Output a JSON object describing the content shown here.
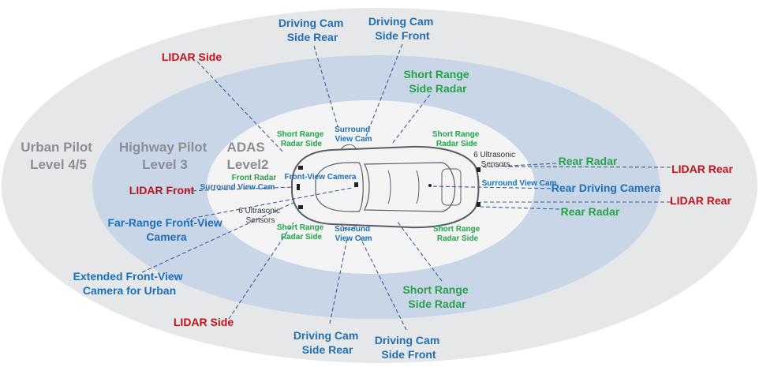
{
  "zones": {
    "urban": [
      "Urban Pilot",
      "Level 4/5"
    ],
    "highway": [
      "Highway Pilot",
      "Level 3"
    ],
    "adas": [
      "ADAS",
      "Level2"
    ]
  },
  "labels": {
    "driving_cam_side_rear_top": [
      "Driving Cam",
      "Side Rear"
    ],
    "driving_cam_side_front_top": [
      "Driving Cam",
      "Side Front"
    ],
    "lidar_side_top": "LIDAR Side",
    "short_range_side_radar_top": [
      "Short Range",
      "Side Radar"
    ],
    "urban_pilot": [
      "Urban Pilot",
      "Level 4/5"
    ],
    "lidar_front": "LIDAR Front",
    "far_range_front_view": [
      "Far-Range Front-View",
      "Camera"
    ],
    "extended_front_view": [
      "Extended Front-View",
      "Camera for Urban"
    ],
    "lidar_side_bottom": "LIDAR Side",
    "driving_cam_side_rear_bottom": [
      "Driving Cam",
      "Side Rear"
    ],
    "driving_cam_side_front_bottom": [
      "Driving Cam",
      "Side Front"
    ],
    "short_range_side_radar_bottom": [
      "Short Range",
      "Side Radar"
    ],
    "rear_radar_top": "Rear Radar",
    "lidar_rear_top": "LIDAR Rear",
    "rear_driving_camera": "Rear Driving Camera",
    "lidar_rear_bottom": "LIDAR Rear",
    "rear_radar_bottom": "Rear Radar",
    "inner_short_range_radar_side_tl": [
      "Short Range",
      "Radar Side"
    ],
    "inner_surround_view_cam_top": [
      "Surround",
      "View Cam"
    ],
    "inner_short_range_radar_side_tr": [
      "Short Range",
      "Radar Side"
    ],
    "inner_6_ultrasonic_rear": [
      "6 Ultrasonic",
      "Sensors"
    ],
    "inner_front_radar": "Front Radar",
    "inner_front_view_camera": "Front-View Camera",
    "inner_surround_view_cam_left": "Surround View Cam",
    "inner_surround_view_cam_right": "Surround View Cam",
    "inner_6_ultrasonic_front": [
      "6 Ultrasonic",
      "Sensors"
    ],
    "inner_short_range_radar_side_bl": [
      "Short Range",
      "Radar Side"
    ],
    "inner_surround_view_cam_bottom": [
      "Surround",
      "View Cam"
    ],
    "inner_short_range_radar_side_br": [
      "Short Range",
      "Radar Side"
    ]
  },
  "colors": {
    "outer_zone": "#e6e7e9",
    "middle_zone": "#c9d6e8",
    "inner_zone": "#f4f4f4",
    "blue_text": "#1f6fb5",
    "green_text": "#27a24a",
    "red_text": "#c0141c",
    "zone_text": "#8a8f96"
  }
}
